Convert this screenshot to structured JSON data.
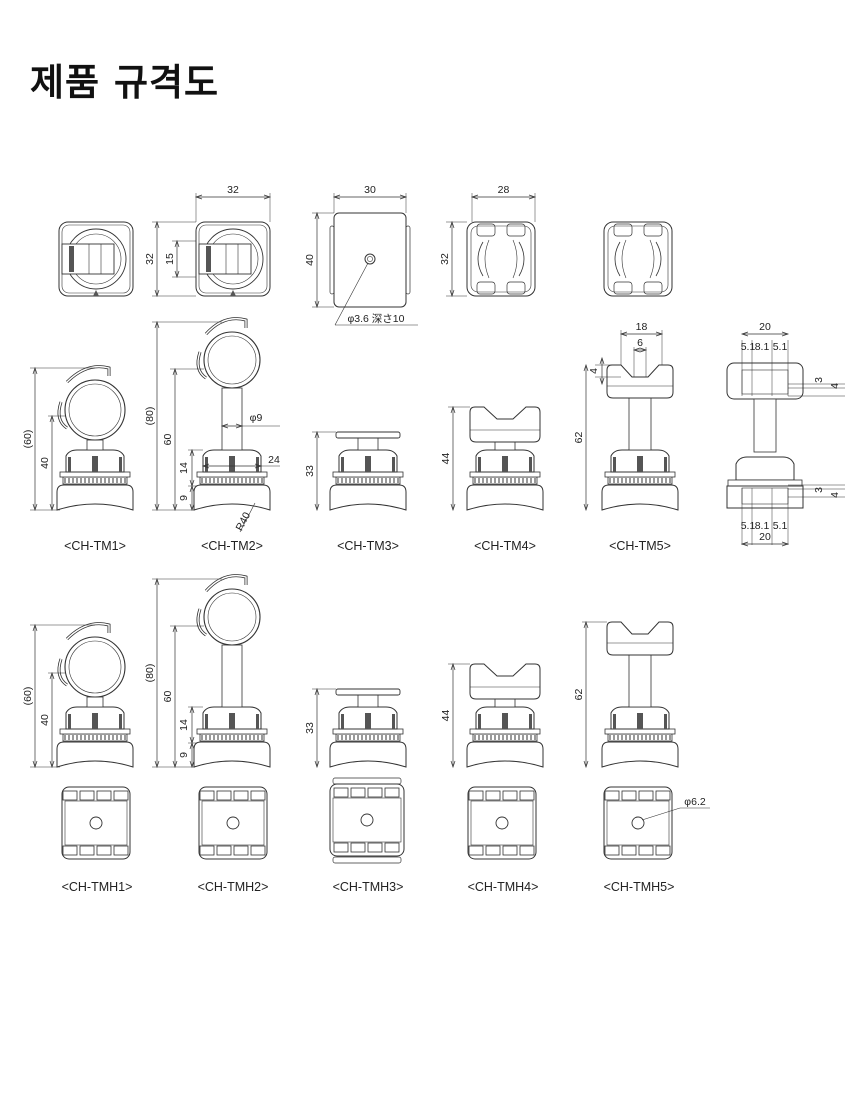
{
  "title": "제품 규격도",
  "models": {
    "tm1": "<CH-TM1>",
    "tm2": "<CH-TM2>",
    "tm3": "<CH-TM3>",
    "tm4": "<CH-TM4>",
    "tm5": "<CH-TM5>",
    "tmh1": "<CH-TMH1>",
    "tmh2": "<CH-TMH2>",
    "tmh3": "<CH-TMH3>",
    "tmh4": "<CH-TMH4>",
    "tmh5": "<CH-TMH5>"
  },
  "dims": {
    "tm2_top_w": "32",
    "tm2_top_h": "32",
    "tm2_top_inner": "15",
    "tm3_top_w": "30",
    "tm3_top_h": "40",
    "tm3_hole": "φ3.6 深さ10",
    "tm4_top_w": "28",
    "tm4_top_h": "32",
    "tm1_total": "(60)",
    "tm1_h": "40",
    "tm2_total": "(80)",
    "tm2_h": "60",
    "tm2_nut": "14",
    "tm2_base": "9",
    "tm2_shaft": "φ9",
    "tm2_nut_w": "24",
    "tm2_radius": "R40",
    "tm3_h": "33",
    "tm4_h": "44",
    "tm5_w": "18",
    "tm5_groove": "6",
    "tm5_depth": "4",
    "tm5_h": "62",
    "tm5s_w": "20",
    "tm5s_a": "5.1",
    "tm5s_b": "8.1",
    "tm5s_c": "5.1",
    "tm5s_3": "3",
    "tm5s_4": "4",
    "tmh1_total": "(60)",
    "tmh1_h": "40",
    "tmh2_total": "(80)",
    "tmh2_h": "60",
    "tmh2_nut": "14",
    "tmh2_base": "9",
    "tmh3_h": "33",
    "tmh4_h": "44",
    "tmh5_h": "62",
    "tmh5_hole": "φ6.2"
  },
  "colors": {
    "line": "#333333",
    "dark": "#555555"
  }
}
